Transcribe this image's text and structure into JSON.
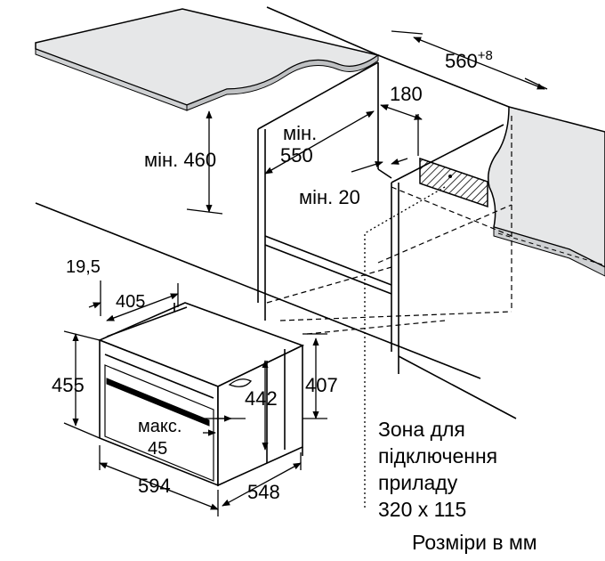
{
  "dimensions": {
    "worktop_depth": "560",
    "worktop_depth_tolerance": "+8",
    "rear_gap": "180",
    "niche_height_min": "мін. 460",
    "niche_depth_label": "мін.",
    "niche_depth_value": "550",
    "front_gap": "мін. 20",
    "front_panel_offset": "19,5",
    "front_frame_depth": "405",
    "appliance_total_height": "455",
    "appliance_body_height": "442",
    "appliance_side_height": "407",
    "door_gap_label": "макс.",
    "door_gap_value": "45",
    "appliance_width": "594",
    "appliance_depth": "548"
  },
  "connection_zone": {
    "line1": "Зона для",
    "line2": "підключення",
    "line3": "приладу",
    "line4": "320 x 115"
  },
  "units_note": "Розміри в мм"
}
